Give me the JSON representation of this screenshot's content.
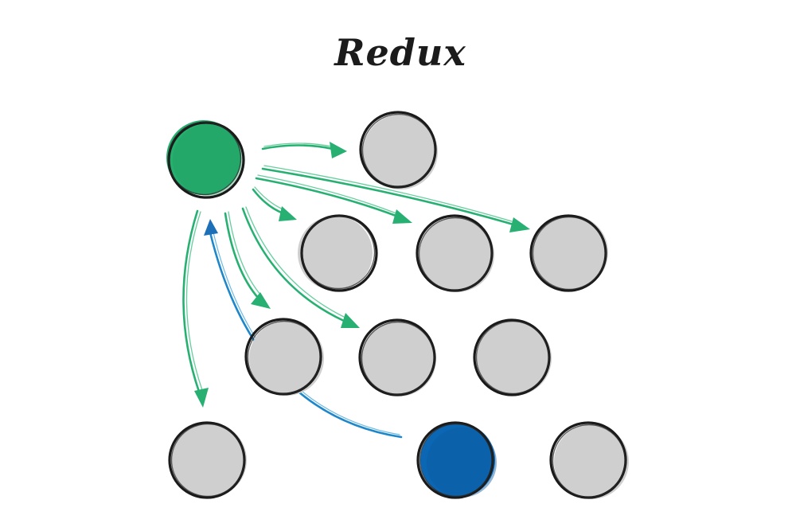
{
  "title": "Redux",
  "colors": {
    "store": "#25b06e",
    "component": "#cfcfcf",
    "dispatcher": "#0b67b3",
    "flow_green": "#27b072",
    "flow_blue": "#1f87c9",
    "outline": "#1a1a1a"
  },
  "nodes": [
    {
      "id": "store",
      "role": "store",
      "color": "green"
    },
    {
      "id": "c1",
      "role": "component",
      "color": "gray"
    },
    {
      "id": "c2",
      "role": "component",
      "color": "gray"
    },
    {
      "id": "c3",
      "role": "component",
      "color": "gray"
    },
    {
      "id": "c4",
      "role": "component",
      "color": "gray"
    },
    {
      "id": "c5",
      "role": "component",
      "color": "gray"
    },
    {
      "id": "c6",
      "role": "component",
      "color": "gray"
    },
    {
      "id": "c7",
      "role": "component",
      "color": "gray"
    },
    {
      "id": "c8",
      "role": "component",
      "color": "gray"
    },
    {
      "id": "dispatcher",
      "role": "component",
      "color": "blue"
    },
    {
      "id": "c9",
      "role": "component",
      "color": "gray"
    }
  ],
  "edges": [
    {
      "from": "store",
      "to": "c1",
      "color": "green"
    },
    {
      "from": "store",
      "to": "c2",
      "color": "green"
    },
    {
      "from": "store",
      "to": "c3",
      "color": "green"
    },
    {
      "from": "store",
      "to": "c4",
      "color": "green"
    },
    {
      "from": "store",
      "to": "c5",
      "color": "green"
    },
    {
      "from": "store",
      "to": "c6",
      "color": "green"
    },
    {
      "from": "store",
      "to": "c8",
      "color": "green"
    },
    {
      "from": "dispatcher",
      "to": "store",
      "color": "blue"
    }
  ]
}
